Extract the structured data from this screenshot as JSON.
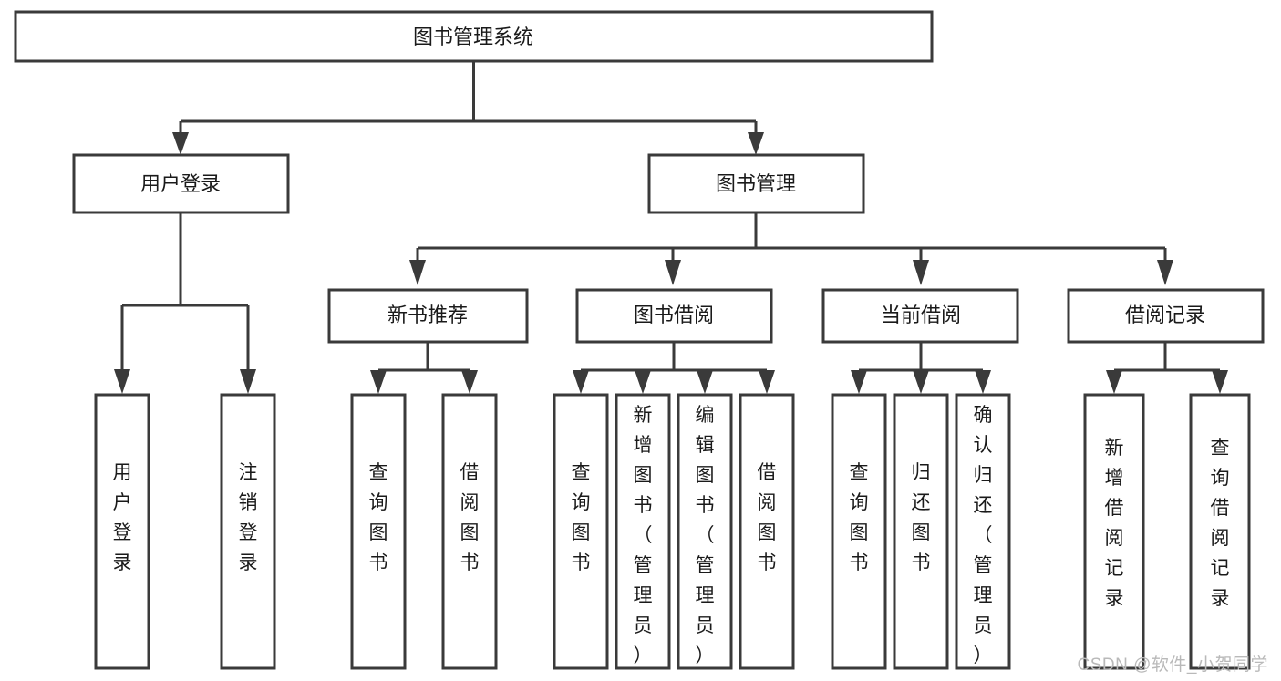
{
  "diagram": {
    "type": "tree-hierarchy",
    "orientation": "top-down",
    "title_node": "图书管理系统",
    "colors": {
      "box_stroke": "#3a3a3a",
      "box_fill": "#ffffff",
      "connector": "#3a3a3a",
      "text": "#1a1a1a",
      "watermark": "#b9b9b9",
      "background": "#ffffff"
    },
    "root": {
      "label": "图书管理系统"
    },
    "level2": [
      {
        "label": "用户登录"
      },
      {
        "label": "图书管理"
      }
    ],
    "level3": [
      {
        "label": "新书推荐"
      },
      {
        "label": "图书借阅"
      },
      {
        "label": "当前借阅"
      },
      {
        "label": "借阅记录"
      }
    ],
    "leaves": {
      "user_login": [
        {
          "label": "用户登录"
        },
        {
          "label": "注销登录"
        }
      ],
      "new_book_recommend": [
        {
          "label": "查询图书"
        },
        {
          "label": "借阅图书"
        }
      ],
      "book_borrow": [
        {
          "label": "查询图书"
        },
        {
          "label": "新增图书（管理员）"
        },
        {
          "label": "编辑图书（管理员）"
        },
        {
          "label": "借阅图书"
        }
      ],
      "current_borrow": [
        {
          "label": "查询图书"
        },
        {
          "label": "归还图书"
        },
        {
          "label": "确认归还（管理员）"
        }
      ],
      "borrow_record": [
        {
          "label": "新增借阅记录"
        },
        {
          "label": "查询借阅记录"
        }
      ]
    }
  },
  "watermark": {
    "text": "CSDN @软件_小贺同学"
  }
}
